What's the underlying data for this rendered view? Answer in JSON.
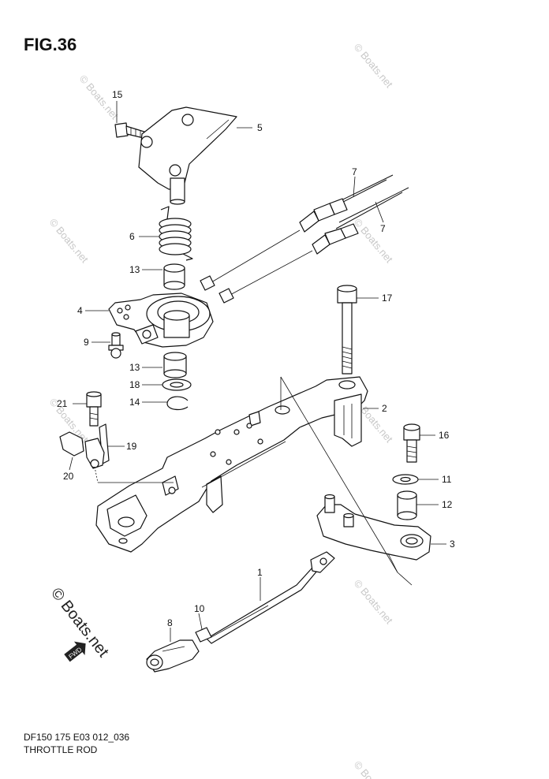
{
  "figure": {
    "title": "FIG.36",
    "code": "DF150 175 E03 012_036",
    "name": "THROTTLE ROD"
  },
  "watermark": {
    "text": "© Boats.net",
    "fwd_label": "FWD"
  },
  "part_labels": [
    "15",
    "5",
    "7",
    "7",
    "6",
    "13",
    "4",
    "9",
    "13",
    "18",
    "14",
    "17",
    "2",
    "21",
    "19",
    "20",
    "16",
    "11",
    "12",
    "3",
    "1",
    "10",
    "8"
  ]
}
